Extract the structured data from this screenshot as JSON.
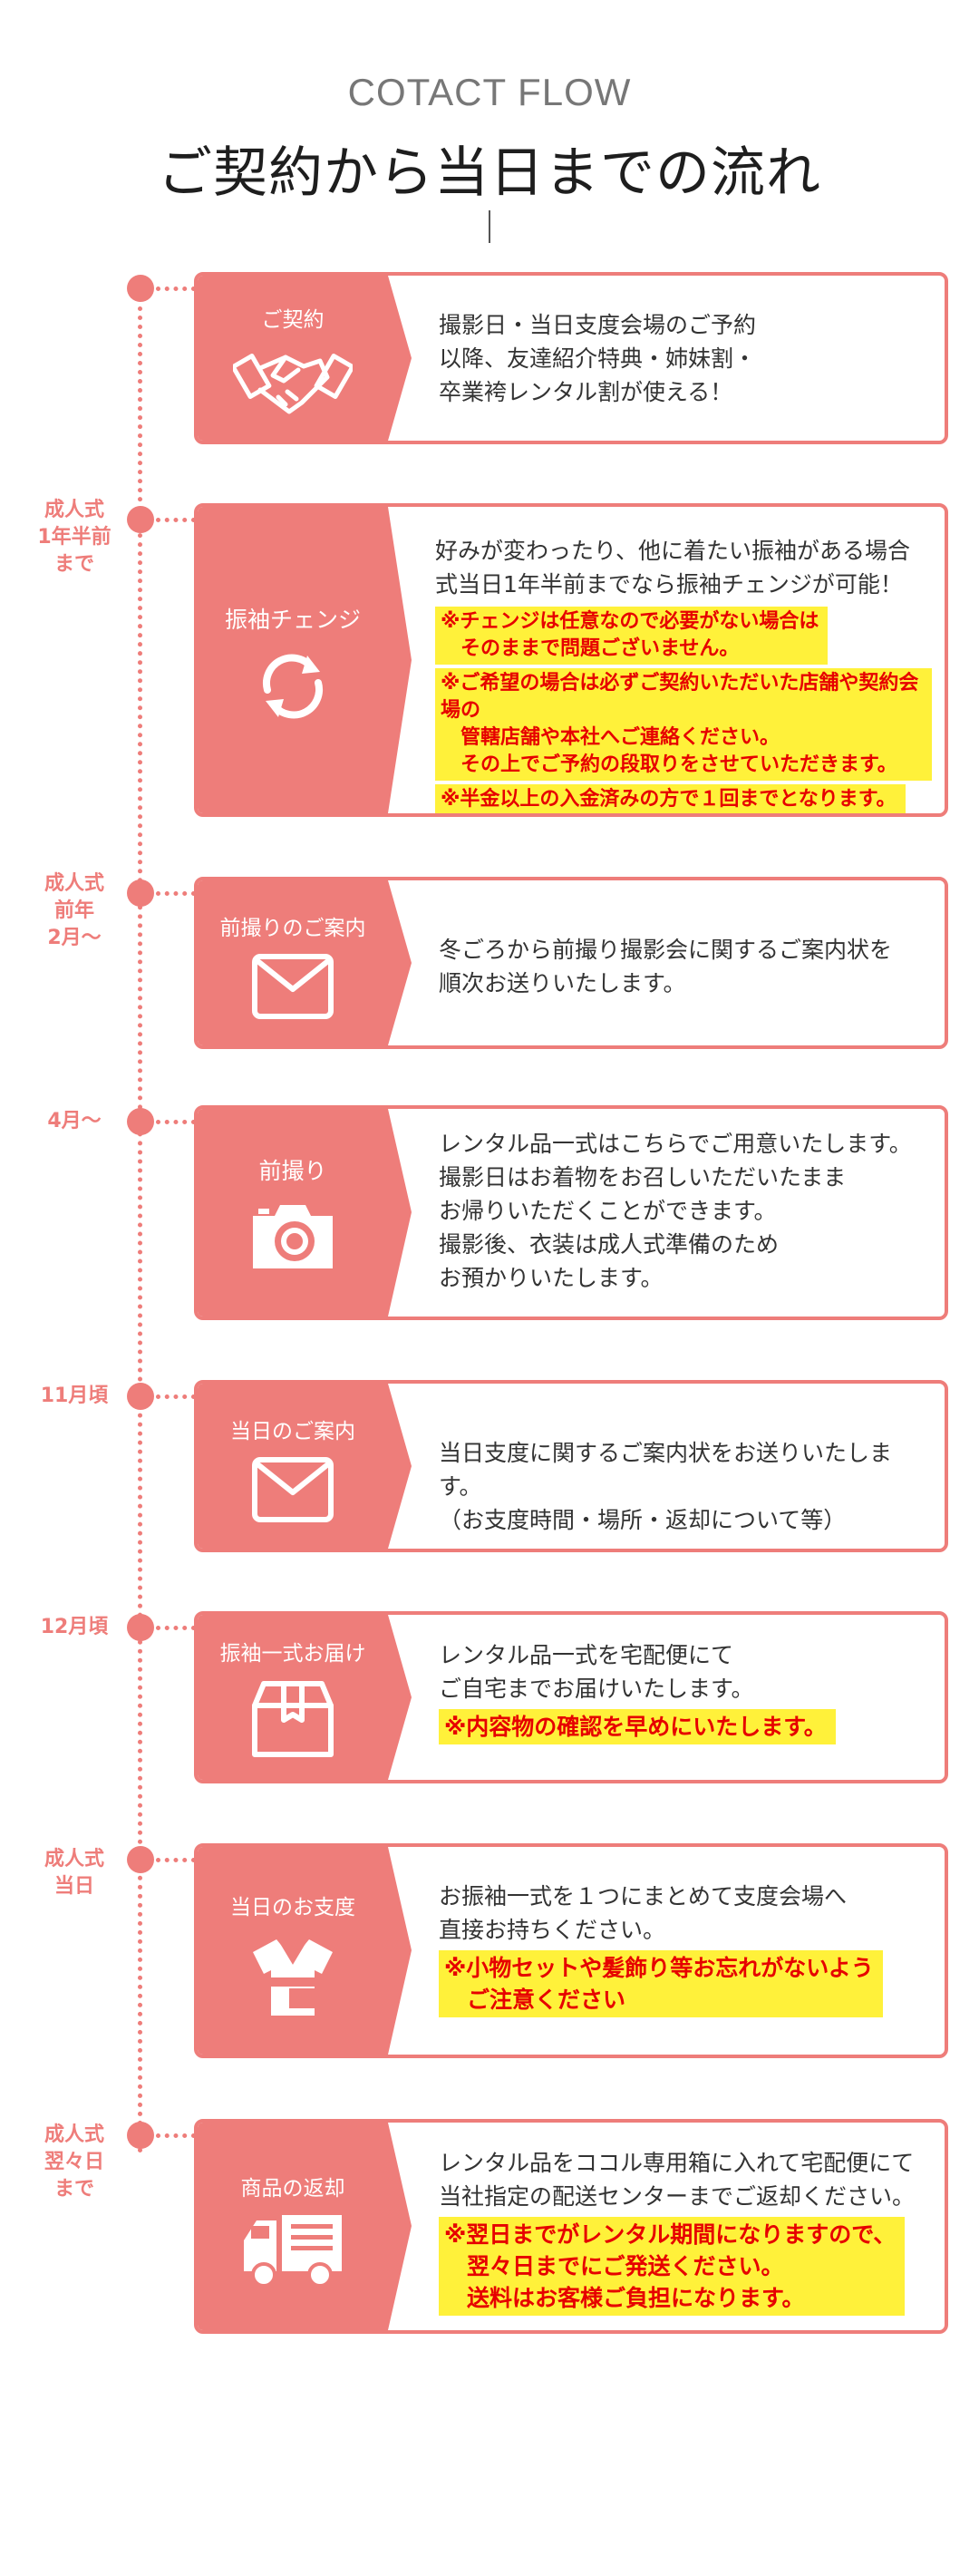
{
  "header": {
    "eyebrow": "COTACT FLOW",
    "title": "ご契約から当日までの流れ"
  },
  "colors": {
    "accent": "#ee7d7a",
    "highlight": "#fff13a",
    "highlight_text": "#e60000"
  },
  "steps": [
    {
      "when": "",
      "label": "ご契約",
      "icon": "handshake-icon",
      "lines": "撮影日・当日支度会場のご予約\n以降、友達紹介特典・姉妹割・\n卒業袴レンタル割が使える！",
      "notes": []
    },
    {
      "when": "成人式\n1年半前\nまで",
      "label": "振袖チェンジ",
      "icon": "refresh-icon",
      "lines": "好みが変わったり、他に着たい振袖がある場合\n式当日1年半前までなら振袖チェンジが可能！",
      "notes": [
        "※チェンジは任意なので必要がない場合は\n　そのままで問題ございません。",
        "※ご希望の場合は必ずご契約いただいた店舗や契約会場の\n　管轄店舗や本社へご連絡ください。\n　その上でご予約の段取りをさせていただきます。",
        "※半金以上の入金済みの方で１回までとなります。"
      ]
    },
    {
      "when": "成人式\n前年\n2月〜",
      "label": "前撮りのご案内",
      "icon": "envelope-icon",
      "lines": "冬ごろから前撮り撮影会に関するご案内状を\n順次お送りいたします。",
      "notes": []
    },
    {
      "when": "4月〜",
      "label": "前撮り",
      "icon": "camera-icon",
      "lines": "レンタル品一式はこちらでご用意いたします。\n撮影日はお着物をお召しいただいたまま\nお帰りいただくことができます。\n撮影後、衣装は成人式準備のため\nお預かりいたします。",
      "notes": []
    },
    {
      "when": "11月頃",
      "label": "当日のご案内",
      "icon": "envelope-icon",
      "lines": "当日支度に関するご案内状をお送りいたします。\n（お支度時間・場所・返却について等）",
      "notes": []
    },
    {
      "when": "12月頃",
      "label": "振袖一式お届け",
      "icon": "box-icon",
      "lines": "レンタル品一式を宅配便にて\nご自宅までお届けいたします。",
      "notes": [
        "※内容物の確認を早めにいたします。"
      ]
    },
    {
      "when": "成人式\n当日",
      "label": "当日のお支度",
      "icon": "kimono-icon",
      "lines": "お振袖一式を１つにまとめて支度会場へ\n直接お持ちください。",
      "notes": [
        "※小物セットや髪飾り等お忘れがないよう\n　ご注意ください"
      ]
    },
    {
      "when": "成人式\n翌々日\nまで",
      "label": "商品の返却",
      "icon": "truck-icon",
      "lines": "レンタル品をココル専用箱に入れて宅配便にて\n当社指定の配送センターまでご返却ください。",
      "notes": [
        "※翌日までがレンタル期間になりますので、\n　翌々日までにご発送ください。\n　送料はお客様ご負担になります。"
      ]
    }
  ]
}
